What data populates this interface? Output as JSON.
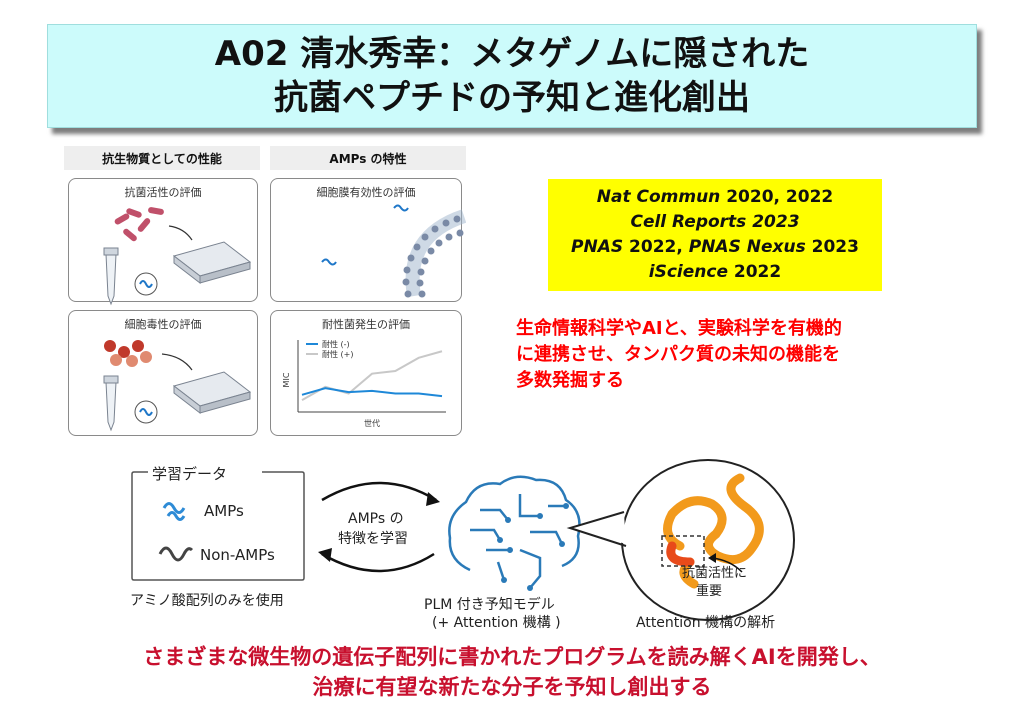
{
  "title": {
    "line1": "A02 清水秀幸：メタゲノムに隠された",
    "line2": "抗菌ペプチドの予知と進化創出"
  },
  "figure": {
    "left_header": "抗生物質としての性能",
    "right_header": "AMPs の特性",
    "panel1_title": "抗菌活性の評価",
    "panel2_title": "細胞膜有効性の評価",
    "panel3_title": "細胞毒性の評価",
    "panel4_title": "耐性菌発生の評価",
    "legend_minus": "耐性 (-)",
    "legend_plus": "耐性 (+)",
    "ylabel": "MIC",
    "xlabel": "世代"
  },
  "journals": {
    "line1_italic": "Nat Commun",
    "line1_rest": " 2020, 2022",
    "line2_italic": "Cell Reports 2023",
    "line3_italic_a": "PNAS",
    "line3_rest_a": " 2022, ",
    "line3_italic_b": "PNAS Nexus",
    "line3_rest_b": " 2023",
    "line4_italic": "iScience",
    "line4_rest": " 2022"
  },
  "summary": {
    "line1": "生命情報科学やAIと、実験科学を有機的",
    "line2": "に連携させ、タンパク質の未知の機能を",
    "line3": "多数発掘する"
  },
  "diagram": {
    "training_data": "学習データ",
    "amps": "AMPs",
    "non_amps": "Non-AMPs",
    "arrow_text1": "AMPs の",
    "arrow_text2": "特徴を学習",
    "amino_only": "アミノ酸配列のみを使用",
    "model_line1": "PLM 付き予知モデル",
    "model_line2": "(+ Attention 機構 )",
    "bubble_text1": "抗菌活性に",
    "bubble_text2": "重要",
    "attention_analysis": "Attention 機構の解析"
  },
  "bottom": {
    "line1": "さまざまな微生物の遺伝子配列に書かれたプログラムを読み解くAIを開発し、",
    "line2": "治療に有望な新たな分子を予知し創出する"
  },
  "colors": {
    "title_bg": "#ccfbfb",
    "journal_bg": "#ffff00",
    "summary_red": "#ff0000",
    "bottom_red": "#c8102e",
    "line_minus": "#1e88d8",
    "line_plus": "#c8c8c8"
  },
  "chart_data": {
    "type": "line",
    "title": "耐性菌発生の評価",
    "xlabel": "世代",
    "ylabel": "MIC",
    "x": [
      0,
      1,
      2,
      3,
      4,
      5,
      6
    ],
    "series": [
      {
        "name": "耐性 (-)",
        "values": [
          1.0,
          1.5,
          1.2,
          1.3,
          1.1,
          1.1,
          0.9
        ]
      },
      {
        "name": "耐性 (+)",
        "values": [
          0.6,
          1.6,
          1.1,
          2.6,
          2.8,
          3.8,
          4.3
        ]
      }
    ],
    "ylim": [
      0,
      5
    ]
  }
}
